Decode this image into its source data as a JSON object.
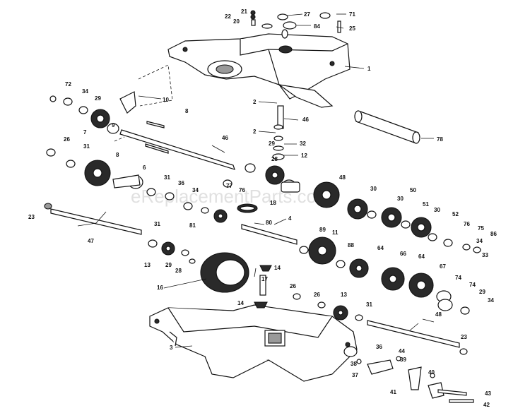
{
  "watermark": "eReplacementParts.com",
  "callouts": {
    "c1": "1",
    "c2a": "2",
    "c2b": "2",
    "c3": "3",
    "c4": "4",
    "c6": "6",
    "c7": "7",
    "c8a": "8",
    "c8b": "8",
    "c9": "9",
    "c10": "10",
    "c11": "11",
    "c12": "12",
    "c13a": "13",
    "c13b": "13",
    "c14a": "14",
    "c14b": "14",
    "c16": "16",
    "c17": "17",
    "c18": "18",
    "c20": "20",
    "c21": "21",
    "c22": "22",
    "c23a": "23",
    "c23b": "23",
    "c25": "25",
    "c26a": "26",
    "c26b": "26",
    "c26c": "26",
    "c27": "27",
    "c28a": "28",
    "c28b": "28",
    "c29a": "29",
    "c29b": "29",
    "c29c": "29",
    "c29d": "29",
    "c30a": "30",
    "c30b": "30",
    "c30c": "30",
    "c31a": "31",
    "c31b": "31",
    "c31c": "31",
    "c31d": "31",
    "c32": "32",
    "c33": "33",
    "c34a": "34",
    "c34b": "34",
    "c34c": "34",
    "c34d": "34",
    "c36a": "36",
    "c36b": "36",
    "c37": "37",
    "c38": "38",
    "c39": "39",
    "c40": "40",
    "c41": "41",
    "c42": "42",
    "c43": "43",
    "c44": "44",
    "c46a": "46",
    "c46b": "46",
    "c47": "47",
    "c48a": "48",
    "c48b": "48",
    "c50": "50",
    "c51": "51",
    "c52": "52",
    "c64a": "64",
    "c64b": "64",
    "c66": "66",
    "c67": "67",
    "c71": "71",
    "c72": "72",
    "c74a": "74",
    "c74b": "74",
    "c75": "75",
    "c76a": "76",
    "c76b": "76",
    "c77": "77",
    "c78": "78",
    "c80": "80",
    "c81": "81",
    "c84": "84",
    "c86": "86",
    "c88": "88",
    "c89": "89"
  }
}
